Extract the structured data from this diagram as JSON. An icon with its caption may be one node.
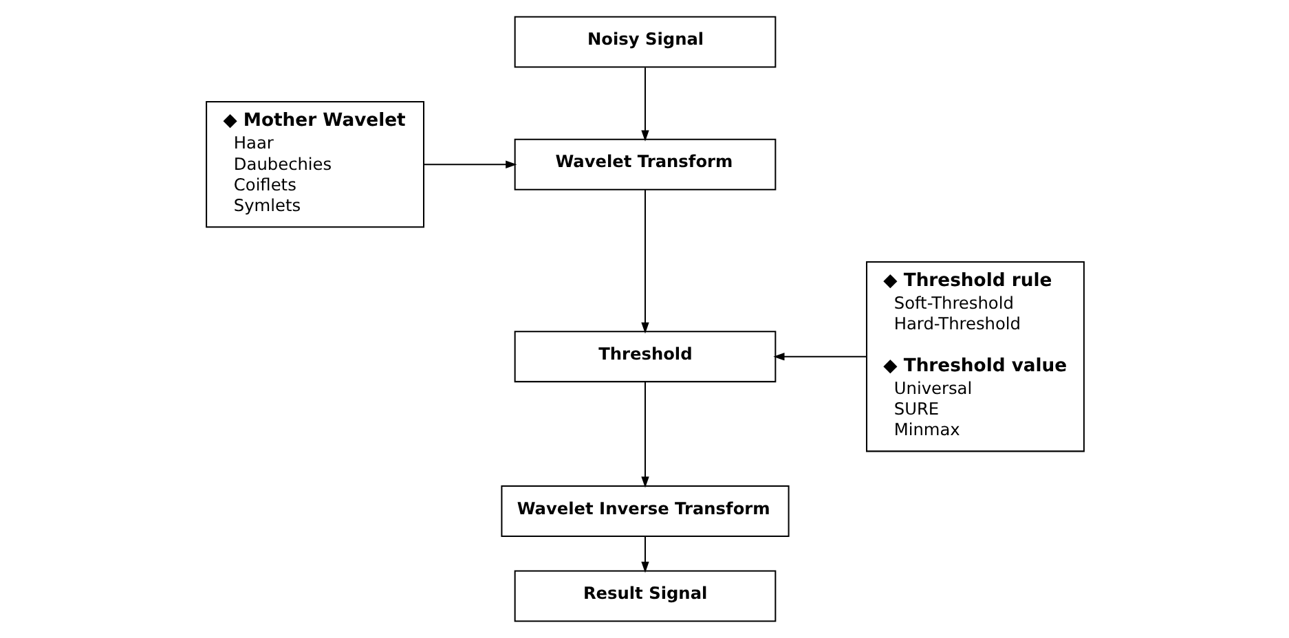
{
  "diagram": {
    "nodes": [
      {
        "text": [
          "Noisy Signal"
        ]
      },
      {
        "text": [
          "◆ Mother Wavelet",
          "Haar",
          "Daubechies",
          "Coiflets",
          "Symlets"
        ]
      },
      {
        "text": [
          "Wavelet Transform"
        ]
      },
      {
        "text": [
          "Threshold"
        ]
      },
      {
        "text": [
          "◆ Threshold rule",
          "Soft-Threshold",
          "Hard-Threshold",
          "◆ Threshold value",
          "Universal",
          "SURE",
          "Minmax"
        ]
      },
      {
        "text": [
          "Wavelet Inverse Transform"
        ]
      },
      {
        "text": [
          "Result Signal"
        ]
      }
    ],
    "edges": [
      {
        "from": 0,
        "to": 2,
        "arrow": "to"
      },
      {
        "from": 1,
        "to": 2,
        "arrow": "to"
      },
      {
        "from": 2,
        "to": 3,
        "arrow": "to"
      },
      {
        "from": 4,
        "to": 3,
        "arrow": "to"
      },
      {
        "from": 3,
        "to": 5,
        "arrow": "to"
      },
      {
        "from": 5,
        "to": 6,
        "arrow": "to"
      }
    ]
  }
}
